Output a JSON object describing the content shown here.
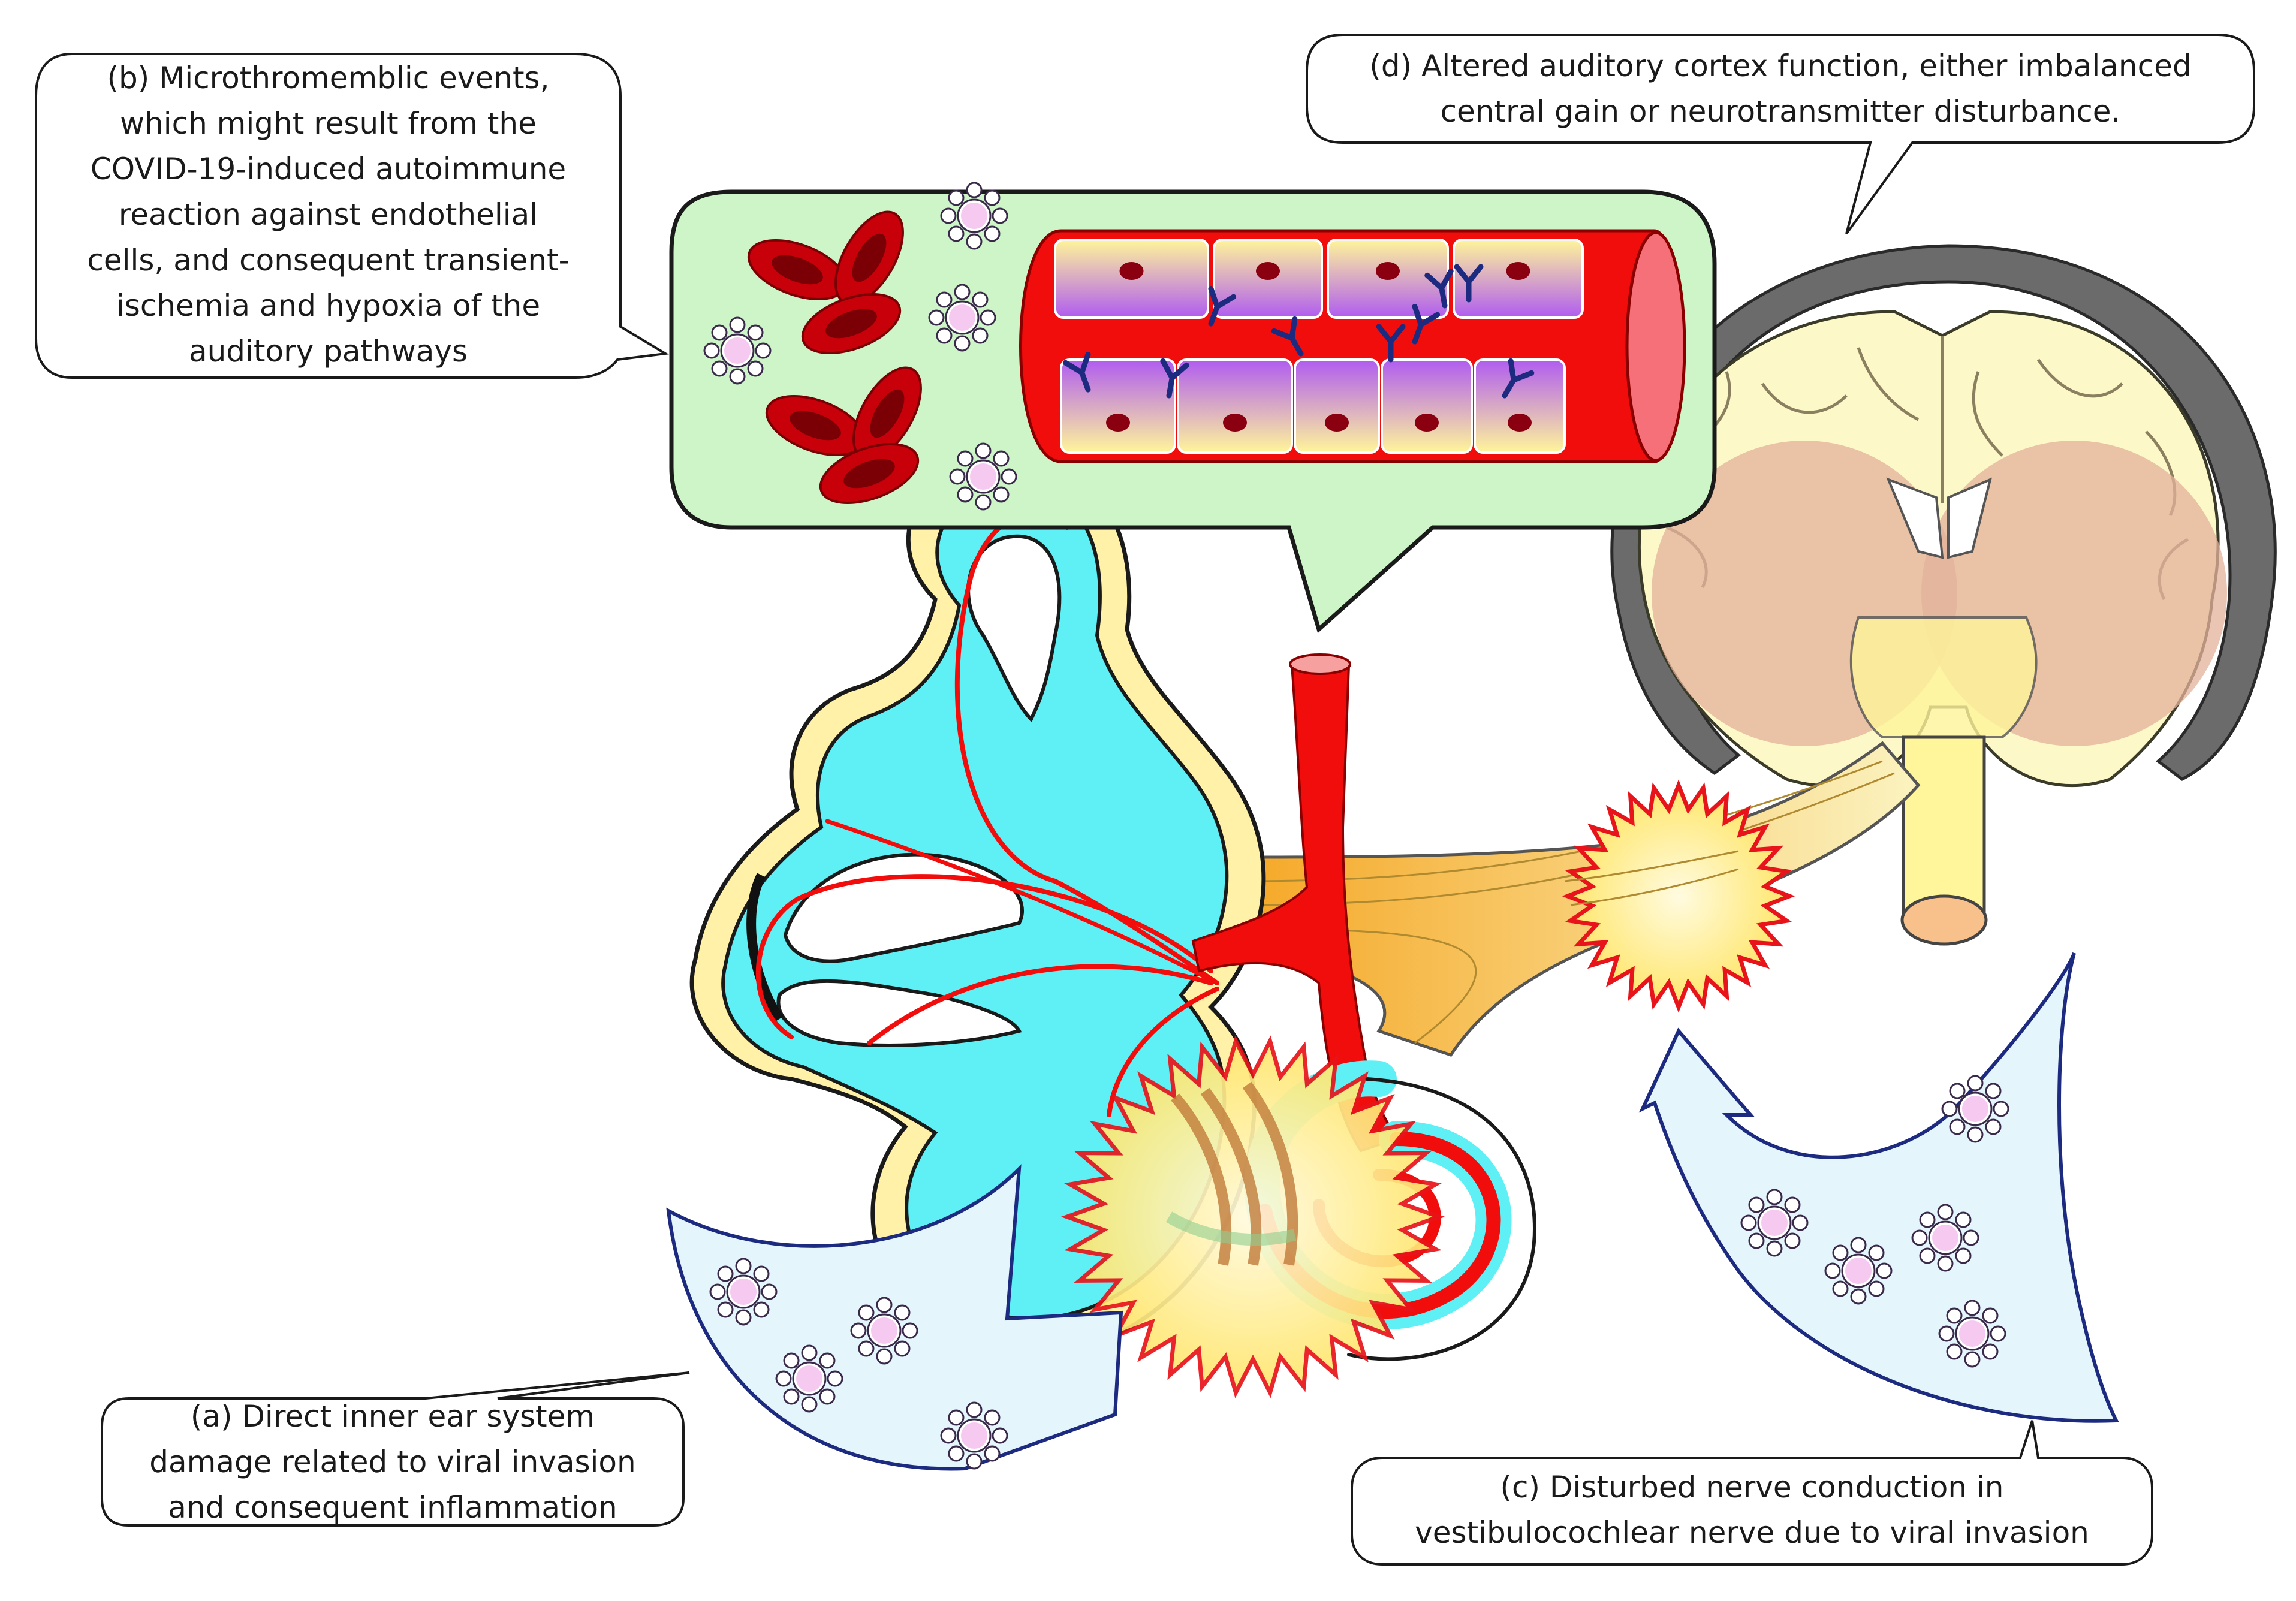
{
  "callouts": {
    "a": {
      "lines": [
        "(a) Direct inner ear system",
        "damage related to viral invasion",
        "and consequent inflammation"
      ]
    },
    "b": {
      "lines": [
        "(b) Microthromemblic events,",
        "which might result from the",
        "COVID-19-induced autoimmune",
        "reaction against endothelial",
        "cells, and consequent transient-",
        "ischemia and hypoxia of the",
        "auditory pathways"
      ]
    },
    "c": {
      "lines": [
        "(c) Disturbed nerve conduction in",
        "vestibulocochlear nerve due to viral invasion"
      ]
    },
    "d": {
      "lines": [
        "(d) Altered auditory cortex function, either imbalanced",
        "central gain or neurotransmitter disturbance."
      ]
    }
  },
  "palette": {
    "vessel_red": "#f20d0d",
    "endolymph_cyan": "#5ef0f5",
    "bone_yellow": "#fff2a8",
    "bubble_green": "#cdf5c8",
    "arrow_blue_fill": "#e4f5fb",
    "arrow_blue_stroke": "#1c2a80",
    "virus_pink": "#f6c9f0",
    "brain_cream": "#fdf8c8",
    "brain_highlight": "#e3b19b",
    "skull_gray": "#6b6b6b",
    "burst_yellow": "#fff176"
  },
  "icons": [
    "virus-icon",
    "red-blood-cell-icon",
    "antibody-icon",
    "inflammation-burst-icon"
  ]
}
